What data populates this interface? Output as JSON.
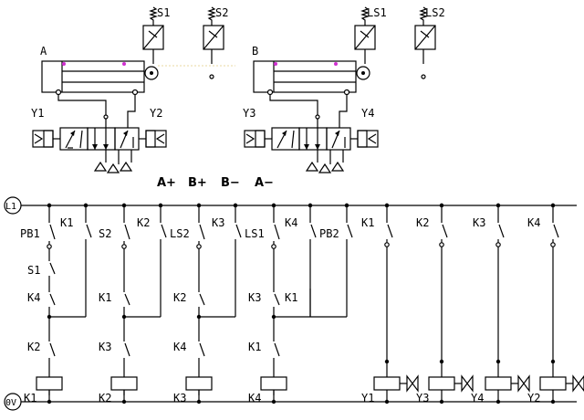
{
  "pneumatic": {
    "cyl_a": {
      "label": "A",
      "sensor_left": "S1",
      "sensor_right": "S2",
      "sol_left": "Y1",
      "sol_right": "Y2"
    },
    "cyl_b": {
      "label": "B",
      "sensor_left": "LS1",
      "sensor_right": "LS2",
      "sol_left": "Y3",
      "sol_right": "Y4"
    }
  },
  "sequence": [
    "A+",
    "B+",
    "B−",
    "A−"
  ],
  "ladder": {
    "rail_top": "L1",
    "rail_bottom": "0V",
    "rungs": [
      {
        "contacts": [
          "PB1",
          "S1",
          "K4",
          "K2"
        ],
        "branch": "K1",
        "coil": "K1"
      },
      {
        "contacts": [
          "S2",
          "K1",
          "K3"
        ],
        "branch": "K2",
        "coil": "K2"
      },
      {
        "contacts": [
          "LS2",
          "K2",
          "K4"
        ],
        "branch": "K3",
        "coil": "K3"
      },
      {
        "contacts": [
          "LS1",
          "K3",
          "K1"
        ],
        "branch": "K4",
        "coil": "K4"
      }
    ],
    "extra_branch_contact": "PB2",
    "extra_branch_k1": "K1",
    "outputs": [
      {
        "contact": "K1",
        "coil": "Y1",
        "valve": "Y3"
      },
      {
        "contact": "K2",
        "coil": "Y4"
      },
      {
        "contact": "K3",
        "coil": "Y2"
      },
      {
        "contact": "K4",
        "coil": ""
      }
    ]
  }
}
